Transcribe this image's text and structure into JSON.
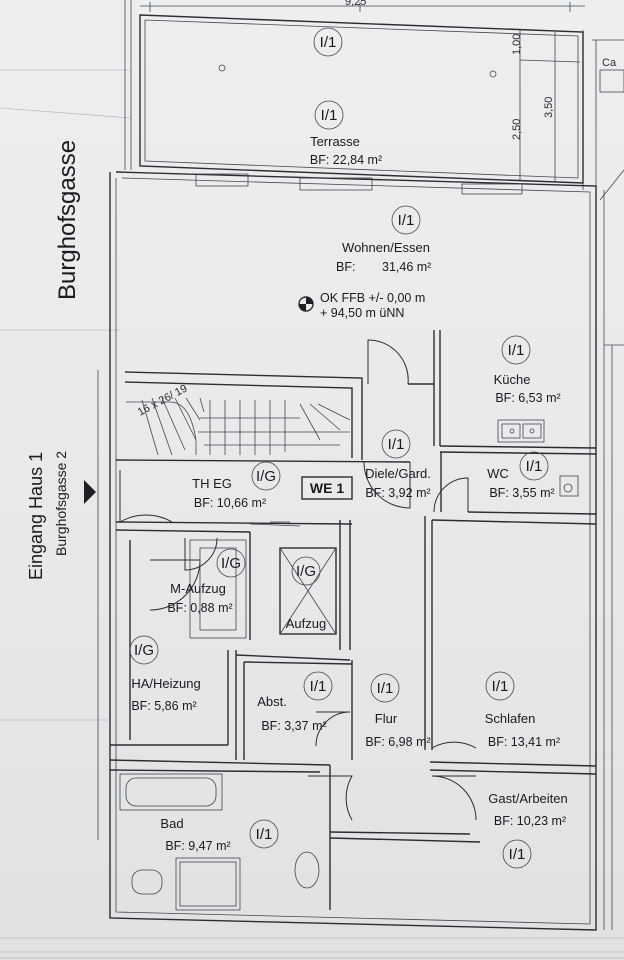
{
  "street_label": "Burghofsgasse",
  "entrance": {
    "line1": "Eingang Haus 1",
    "line2": "Burghofsgasse 2"
  },
  "top_dimension": "9,25",
  "corner_label": "Ca",
  "dimensions": {
    "d1": "1,00",
    "d2": "2,50",
    "d3": "3,50"
  },
  "stair_label": "16 x 26/ 19",
  "unit_label": "WE 1",
  "level": {
    "line1": "OK FFB +/- 0,00 m",
    "line2": "+ 94,50 m üNN"
  },
  "codes": {
    "i1": "I/1",
    "ig": "I/G"
  },
  "rooms": {
    "terrasse": {
      "name": "Terrasse",
      "area": "BF: 22,84 m²"
    },
    "wohnen": {
      "name": "Wohnen/Essen",
      "area_label": "BF:",
      "area_value": "31,46 m²"
    },
    "kueche": {
      "name": "Küche",
      "area": "BF: 6,53 m²"
    },
    "diele": {
      "name": "Diele/Gard.",
      "area": "BF: 3,92 m²"
    },
    "wc": {
      "name": "WC",
      "area": "BF: 3,55 m²"
    },
    "th_eg": {
      "name": "TH EG",
      "area": "BF: 10,66 m²"
    },
    "m_aufzug": {
      "name": "M-Aufzug",
      "area": "BF: 0,88 m²"
    },
    "aufzug": {
      "name": "Aufzug"
    },
    "ha_heizung": {
      "name": "HA/Heizung",
      "area": "BF:  5,86 m²"
    },
    "abst": {
      "name": "Abst.",
      "area": "BF: 3,37 m²"
    },
    "flur": {
      "name": "Flur",
      "area": "BF: 6,98 m²"
    },
    "schlafen": {
      "name": "Schlafen",
      "area": "BF: 13,41 m²"
    },
    "gast": {
      "name": "Gast/Arbeiten",
      "area": "BF:  10,23 m²"
    },
    "bad": {
      "name": "Bad",
      "area": "BF: 9,47 m²"
    }
  }
}
